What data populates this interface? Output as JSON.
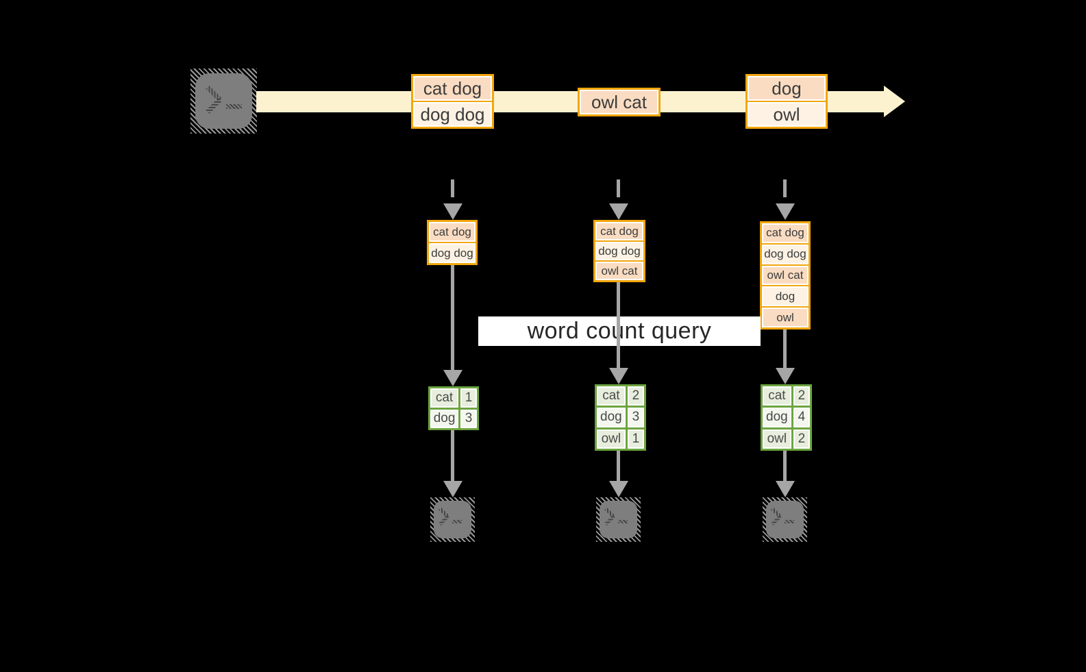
{
  "colors": {
    "bg": "#000000",
    "stream-band": "#fcf2cf",
    "orange-border": "#f2a60d",
    "peach-fill": "#f9dcc2",
    "cream-fill": "#fdf2e3",
    "green-border": "#6ca53f",
    "green-fill": "#e7eedd",
    "green-fill-alt": "#f3f7ee",
    "arrow-gray": "#a6a6a6",
    "terminal-gray": "#7e7e7e",
    "hatch-gray": "#9a9a9a",
    "glyph-gray": "#454545",
    "text-dark": "#3c3c3c",
    "query-box-bg": "#ffffff",
    "query-text": "#262626"
  },
  "query": {
    "label": "word count query"
  },
  "stream": {
    "batches": [
      {
        "records": [
          "cat dog",
          "dog dog"
        ]
      },
      {
        "records": [
          "owl cat"
        ]
      },
      {
        "records": [
          "dog",
          "owl"
        ]
      }
    ]
  },
  "columns": [
    {
      "state": [
        "cat dog",
        "dog dog"
      ],
      "counts": [
        [
          "cat",
          "1"
        ],
        [
          "dog",
          "3"
        ]
      ]
    },
    {
      "state": [
        "cat dog",
        "dog dog",
        "owl cat"
      ],
      "counts": [
        [
          "cat",
          "2"
        ],
        [
          "dog",
          "3"
        ],
        [
          "owl",
          "1"
        ]
      ]
    },
    {
      "state": [
        "cat dog",
        "dog dog",
        "owl cat",
        "dog",
        "owl"
      ],
      "counts": [
        [
          "cat",
          "2"
        ],
        [
          "dog",
          "4"
        ],
        [
          "owl",
          "2"
        ]
      ]
    }
  ]
}
